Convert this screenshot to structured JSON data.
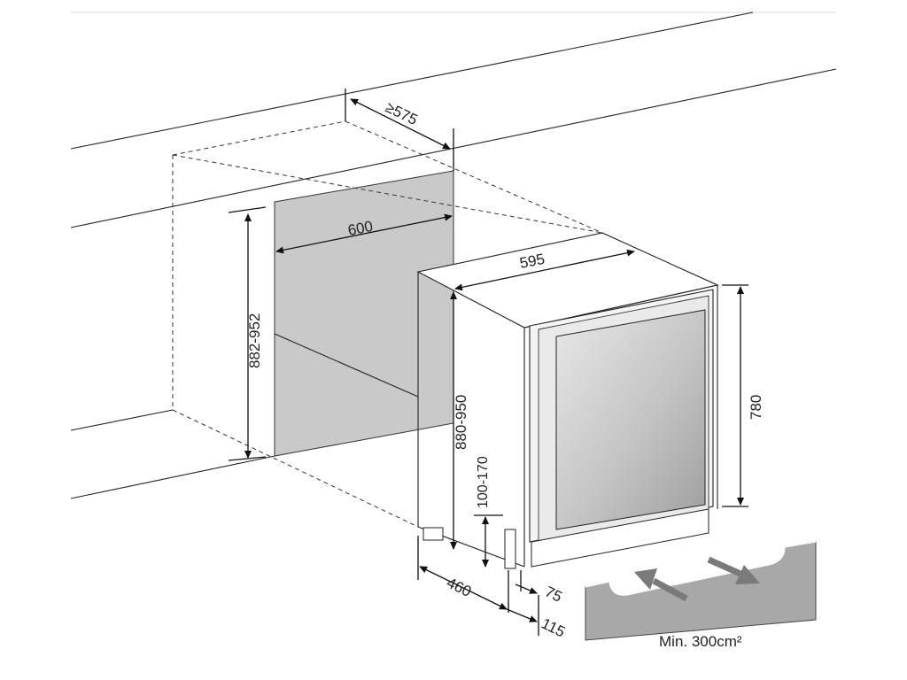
{
  "dimensions": {
    "niche_depth": "≥575",
    "niche_width": "600",
    "niche_height": "882-952",
    "unit_width": "595",
    "unit_height": "880-950",
    "door_height": "780",
    "leg_height": "100-170",
    "foot_depth": "460",
    "door_offset": "75",
    "plinth_offset": "115"
  },
  "ventilation": {
    "note": "Min. 300cm²"
  },
  "colors": {
    "line": "#222222",
    "recess_fill": "#c8c8c8",
    "glass_fill": "#bdbdbd",
    "vent_fill": "#a9a9a9",
    "arrow_fill": "#7a7a7a"
  }
}
